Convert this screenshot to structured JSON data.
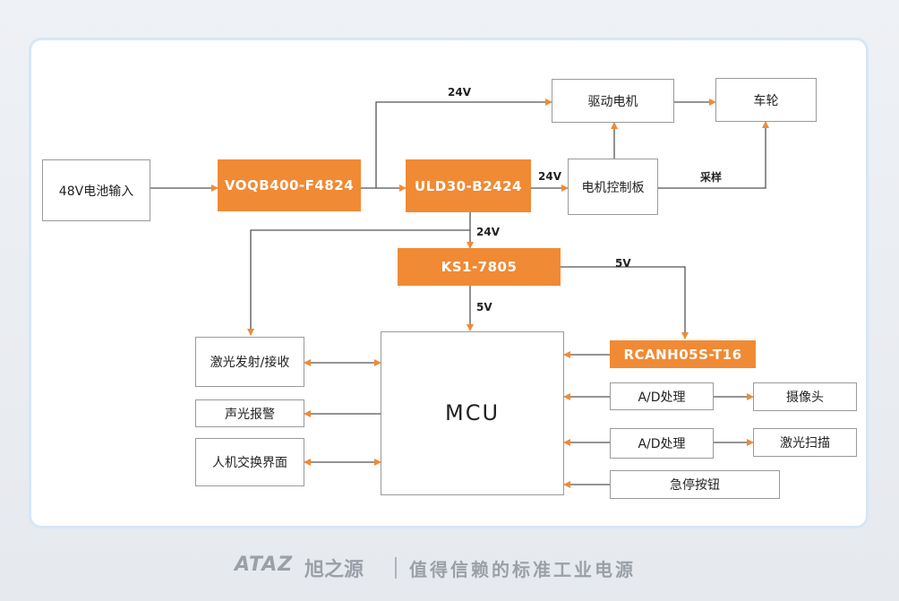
{
  "boxes": {
    "battery": "48V电池输入",
    "voqb": "VOQB400-F4824",
    "uld": "ULD30-B2424",
    "motor_ctrl": "电机控制板",
    "drive_motor": "驱动电机",
    "wheel": "车轮",
    "ks1": "KS1-7805",
    "laser_tx": "激光发射/接收",
    "alarm": "声光报警",
    "hmi": "人机交换界面",
    "mcu": "MCU",
    "rcanh": "RCANH05S-T16",
    "ad1": "A/D处理",
    "ad2": "A/D处理",
    "camera": "摄像头",
    "laser_scan": "激光扫描",
    "estop": "急停按钮"
  },
  "labels": {
    "v24_top": "24V",
    "v24_ctrl": "24V",
    "sample": "采样",
    "v24_down": "24V",
    "v5_right": "5V",
    "v5_down": "5V"
  },
  "footer": {
    "brand": "ATAZ",
    "brand_cn": "旭之源",
    "slogan": "值得信赖的标准工业电源"
  },
  "colors": {
    "accent": "#f08a34",
    "line": "#555555",
    "arrow": "#f08a34"
  }
}
